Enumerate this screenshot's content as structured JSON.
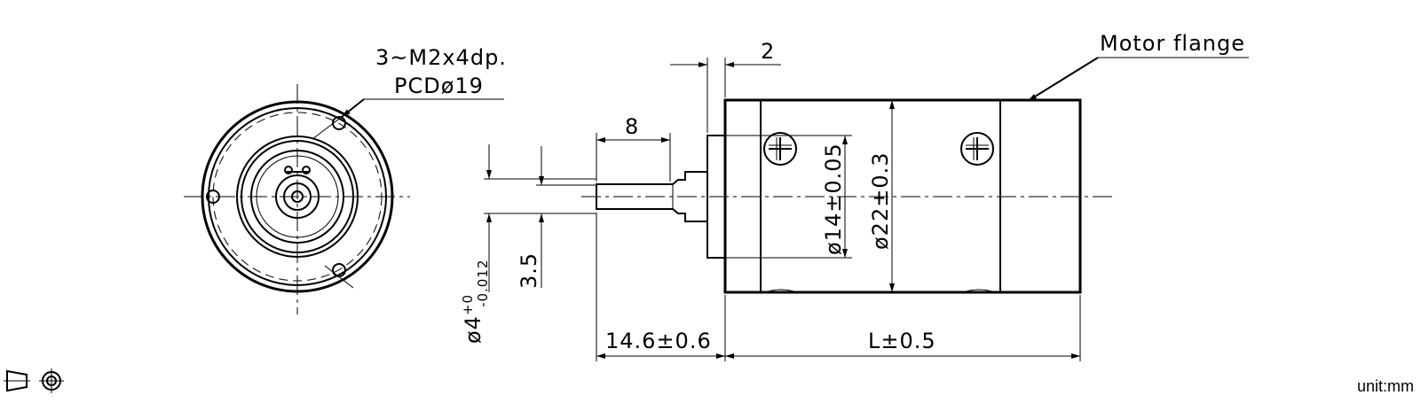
{
  "annotations": {
    "hole_spec": "3~M2x4dp.",
    "pcd": "PCDø19",
    "flange": "Motor flange",
    "unit": "unit:mm"
  },
  "dimensions": {
    "flange_thickness": "2",
    "shaft_flat_length": "8",
    "flat_depth": "3.5",
    "shaft_diameter_base": "ø4",
    "shaft_tol_upper": "+0",
    "shaft_tol_lower": "-0.012",
    "shaft_length": "14.6±0.6",
    "pilot_diameter": "ø14±0.05",
    "body_diameter": "ø22±0.3",
    "body_length": "L±0.5"
  },
  "icons": {
    "projection_symbol": "first-angle-projection-icon"
  }
}
